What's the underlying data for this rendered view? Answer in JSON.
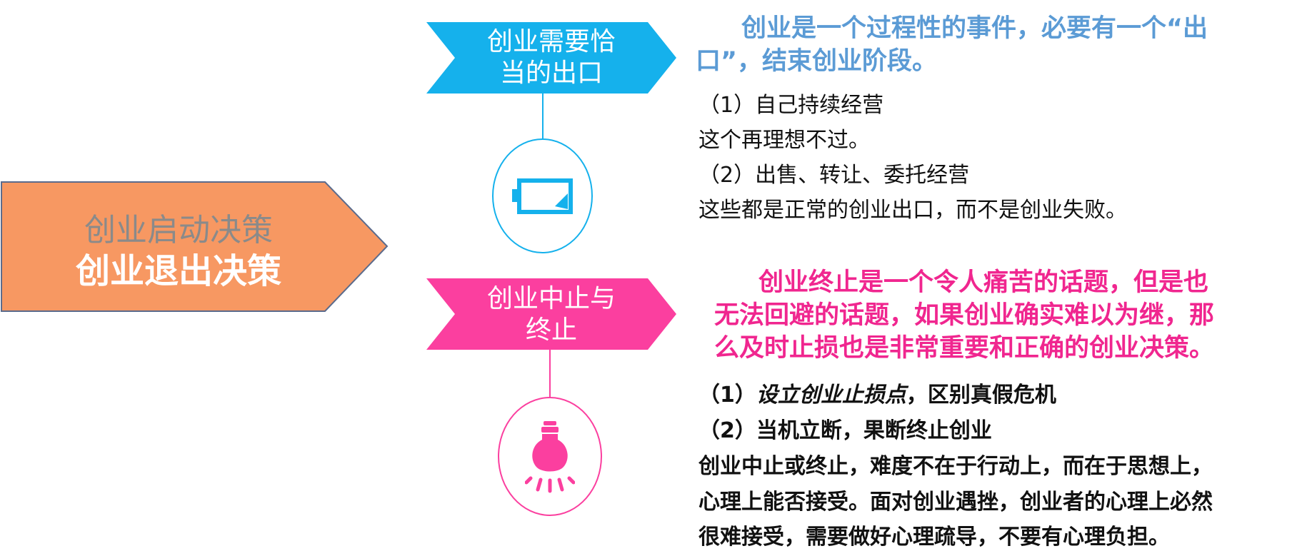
{
  "colors": {
    "main_arrow": "#F79862",
    "main_arrow_border": "#5B6B8C",
    "exit_blue": "#15B1EC",
    "exit_heading": "#5B9BD5",
    "stop_pink": "#FB3F9F",
    "stop_heading": "#F0268F"
  },
  "main": {
    "line1": "创业启动决策",
    "line2": "创业退出决策"
  },
  "sections": {
    "exit": {
      "label_line1": "创业需要恰",
      "label_line2": "当的出口",
      "icon": "battery-icon",
      "heading_line1": "创业是一个过程性的事件，必要有一个“出",
      "heading_line2": "口”，结束创业阶段。",
      "items": [
        "（1）自己持续经营",
        "这个再理想不过。",
        "（2）出售、转让、委托经营",
        "这些都是正常的创业出口，而不是创业失败。"
      ]
    },
    "stop": {
      "label_line1": "创业中止与",
      "label_line2": "终止",
      "icon": "lightbulb-icon",
      "heading_line1": "创业终止是一个令人痛苦的话题，但是也",
      "heading_line2": "无法回避的话题，如果创业确实难以为继，那",
      "heading_line3": "么及时止损也是非常重要和正确的创业决策。",
      "item1_prefix": "（1）",
      "item1_italic": "设立创业止损点",
      "item1_suffix": "，区别真假危机",
      "item2": "（2）当机立断，果断终止创业",
      "para_line1": "创业中止或终止，难度不在于行动上，而在于思想上，",
      "para_line2": "心理上能否接受。面对创业遇挫，创业者的心理上必然",
      "para_line3": "很难接受，需要做好心理疏导，不要有心理负担。"
    }
  }
}
